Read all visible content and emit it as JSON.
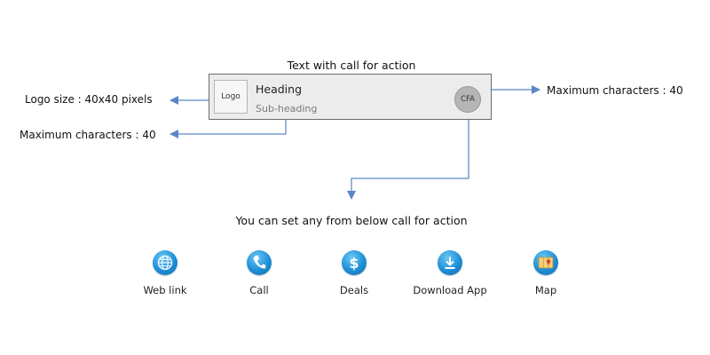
{
  "title": "Text with call for action",
  "banner": {
    "logo_label": "Logo",
    "heading": "Heading",
    "subheading": "Sub-heading",
    "cfa_label": "CFA"
  },
  "notes": {
    "logo_size": "Logo size : 40x40 pixels",
    "heading_max": "Maximum characters : 40",
    "subheading_max": "Maximum characters : 40"
  },
  "options_title": "You can set any from below call for action",
  "options": [
    {
      "label": "Web link",
      "icon": "globe-icon"
    },
    {
      "label": "Call",
      "icon": "phone-icon"
    },
    {
      "label": "Deals",
      "icon": "dollar-icon"
    },
    {
      "label": "Download App",
      "icon": "download-icon"
    },
    {
      "label": "Map",
      "icon": "map-icon"
    }
  ],
  "colors": {
    "arrow": "#5b86c6",
    "icon_blue": "#1e8fd6",
    "banner_bg": "#ececec"
  }
}
